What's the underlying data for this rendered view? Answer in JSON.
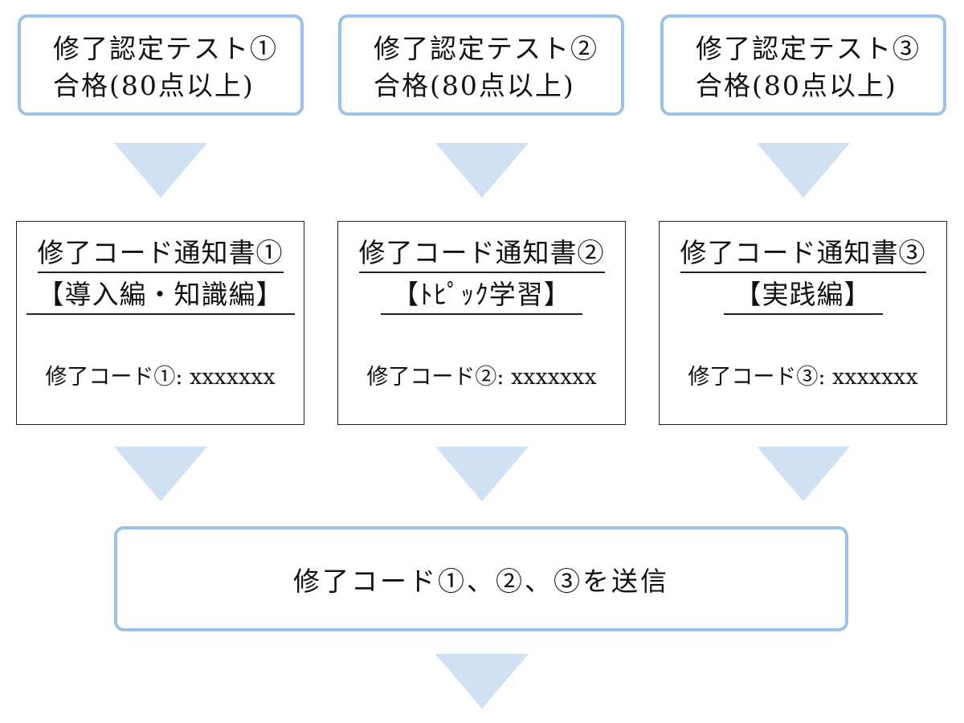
{
  "tests": [
    {
      "line1": "修了認定テスト①",
      "line2": "合格(80点以上)"
    },
    {
      "line1": "修了認定テスト②",
      "line2": "合格(80点以上)"
    },
    {
      "line1": "修了認定テスト③",
      "line2": "合格(80点以上)"
    }
  ],
  "notices": [
    {
      "title": "修了コード通知書①",
      "subtitle": "【導入編・知識編】",
      "code_line": "修了コード①: xxxxxxx"
    },
    {
      "title": "修了コード通知書②",
      "subtitle": "【ﾄﾋﾟｯｸ学習】",
      "code_line": "修了コード②: xxxxxxx"
    },
    {
      "title": "修了コード通知書③",
      "subtitle": "【実践編】",
      "code_line": "修了コード③: xxxxxxx"
    }
  ],
  "submit": {
    "label": "修了コード①、②、③を送信"
  },
  "colors": {
    "box_border": "#9cc3e6",
    "arrow_fill": "#cfe1f2",
    "document_border": "#222222"
  },
  "icons": {
    "arrow": "down-triangle-arrow"
  }
}
